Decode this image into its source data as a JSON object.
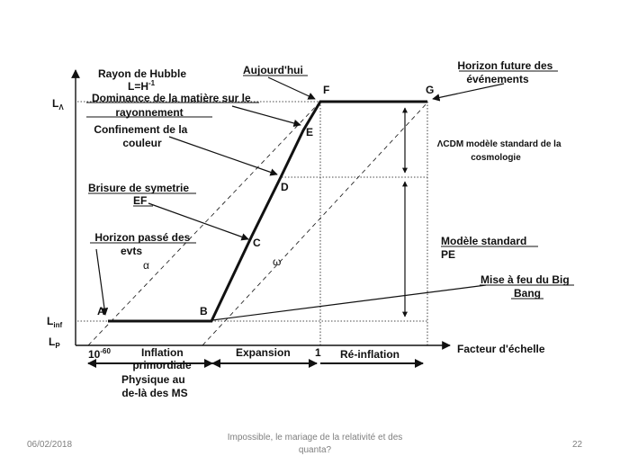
{
  "axis": {
    "y_top": "L",
    "y_top_sub": "Λ",
    "y_inf": "L",
    "y_inf_sub": "inf",
    "y_p": "L",
    "y_p_sub": "P",
    "x_label": "Facteur d'échelle",
    "x_start": "10",
    "x_start_exp": "-60",
    "x_one": "1"
  },
  "labels": {
    "hubble_1": "Rayon de Hubble",
    "hubble_2": "L=H",
    "hubble_exp": "-1",
    "aujourdhui": "Aujourd'hui",
    "horizon_future_1": "Horizon future des",
    "horizon_future_2": "événements",
    "dominance_1": "Dominance de la matière sur le",
    "dominance_2": "rayonnement",
    "confinement_1": "Confinement de la",
    "confinement_2": "couleur",
    "brisure_1": "Brisure de symetrie",
    "brisure_2": "EF",
    "horizon_passe_1": "Horizon passé  des",
    "horizon_passe_2": "evts",
    "alpha": "α",
    "omega": "ω",
    "cdm_1": "ΛCDM modèle standard de la",
    "cdm_2": "cosmologie",
    "pe_1": "Modèle  standard",
    "pe_2": "PE",
    "bigbang_1": "Mise à feu du Big",
    "bigbang_2": "Bang",
    "inflation_1": "Inflation",
    "inflation_2": "primordiale",
    "expansion": "Expansion",
    "reinflation": "Ré-inflation",
    "physique_1": "Physique au",
    "physique_2": "de-là des MS"
  },
  "points": {
    "A": "A",
    "B": "B",
    "C": "C",
    "D": "D",
    "E": "E",
    "F": "F",
    "G": "G"
  },
  "footer": {
    "date": "06/02/2018",
    "title": "Impossible, le mariage de la relativité et des quanta?",
    "page": "22"
  }
}
